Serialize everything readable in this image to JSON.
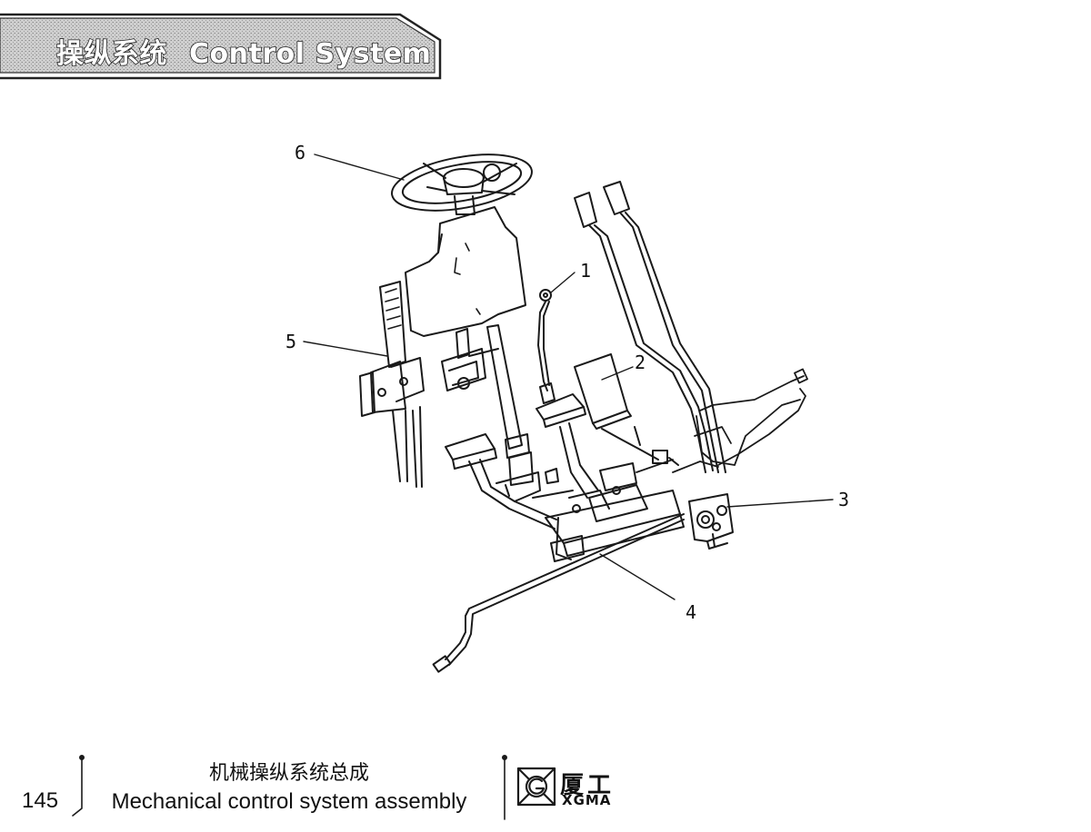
{
  "header": {
    "title_cn": "操纵系统",
    "title_en": "Control System"
  },
  "diagram": {
    "callouts": [
      "1",
      "2",
      "3",
      "4",
      "5",
      "6"
    ]
  },
  "footer": {
    "page_number": "145",
    "caption_cn": "机械操纵系统总成",
    "caption_en": "Mechanical control system assembly",
    "brand_cn": "厦工",
    "brand_en": "XGMA"
  },
  "icons": {
    "logo": "xgma-logo-icon"
  }
}
